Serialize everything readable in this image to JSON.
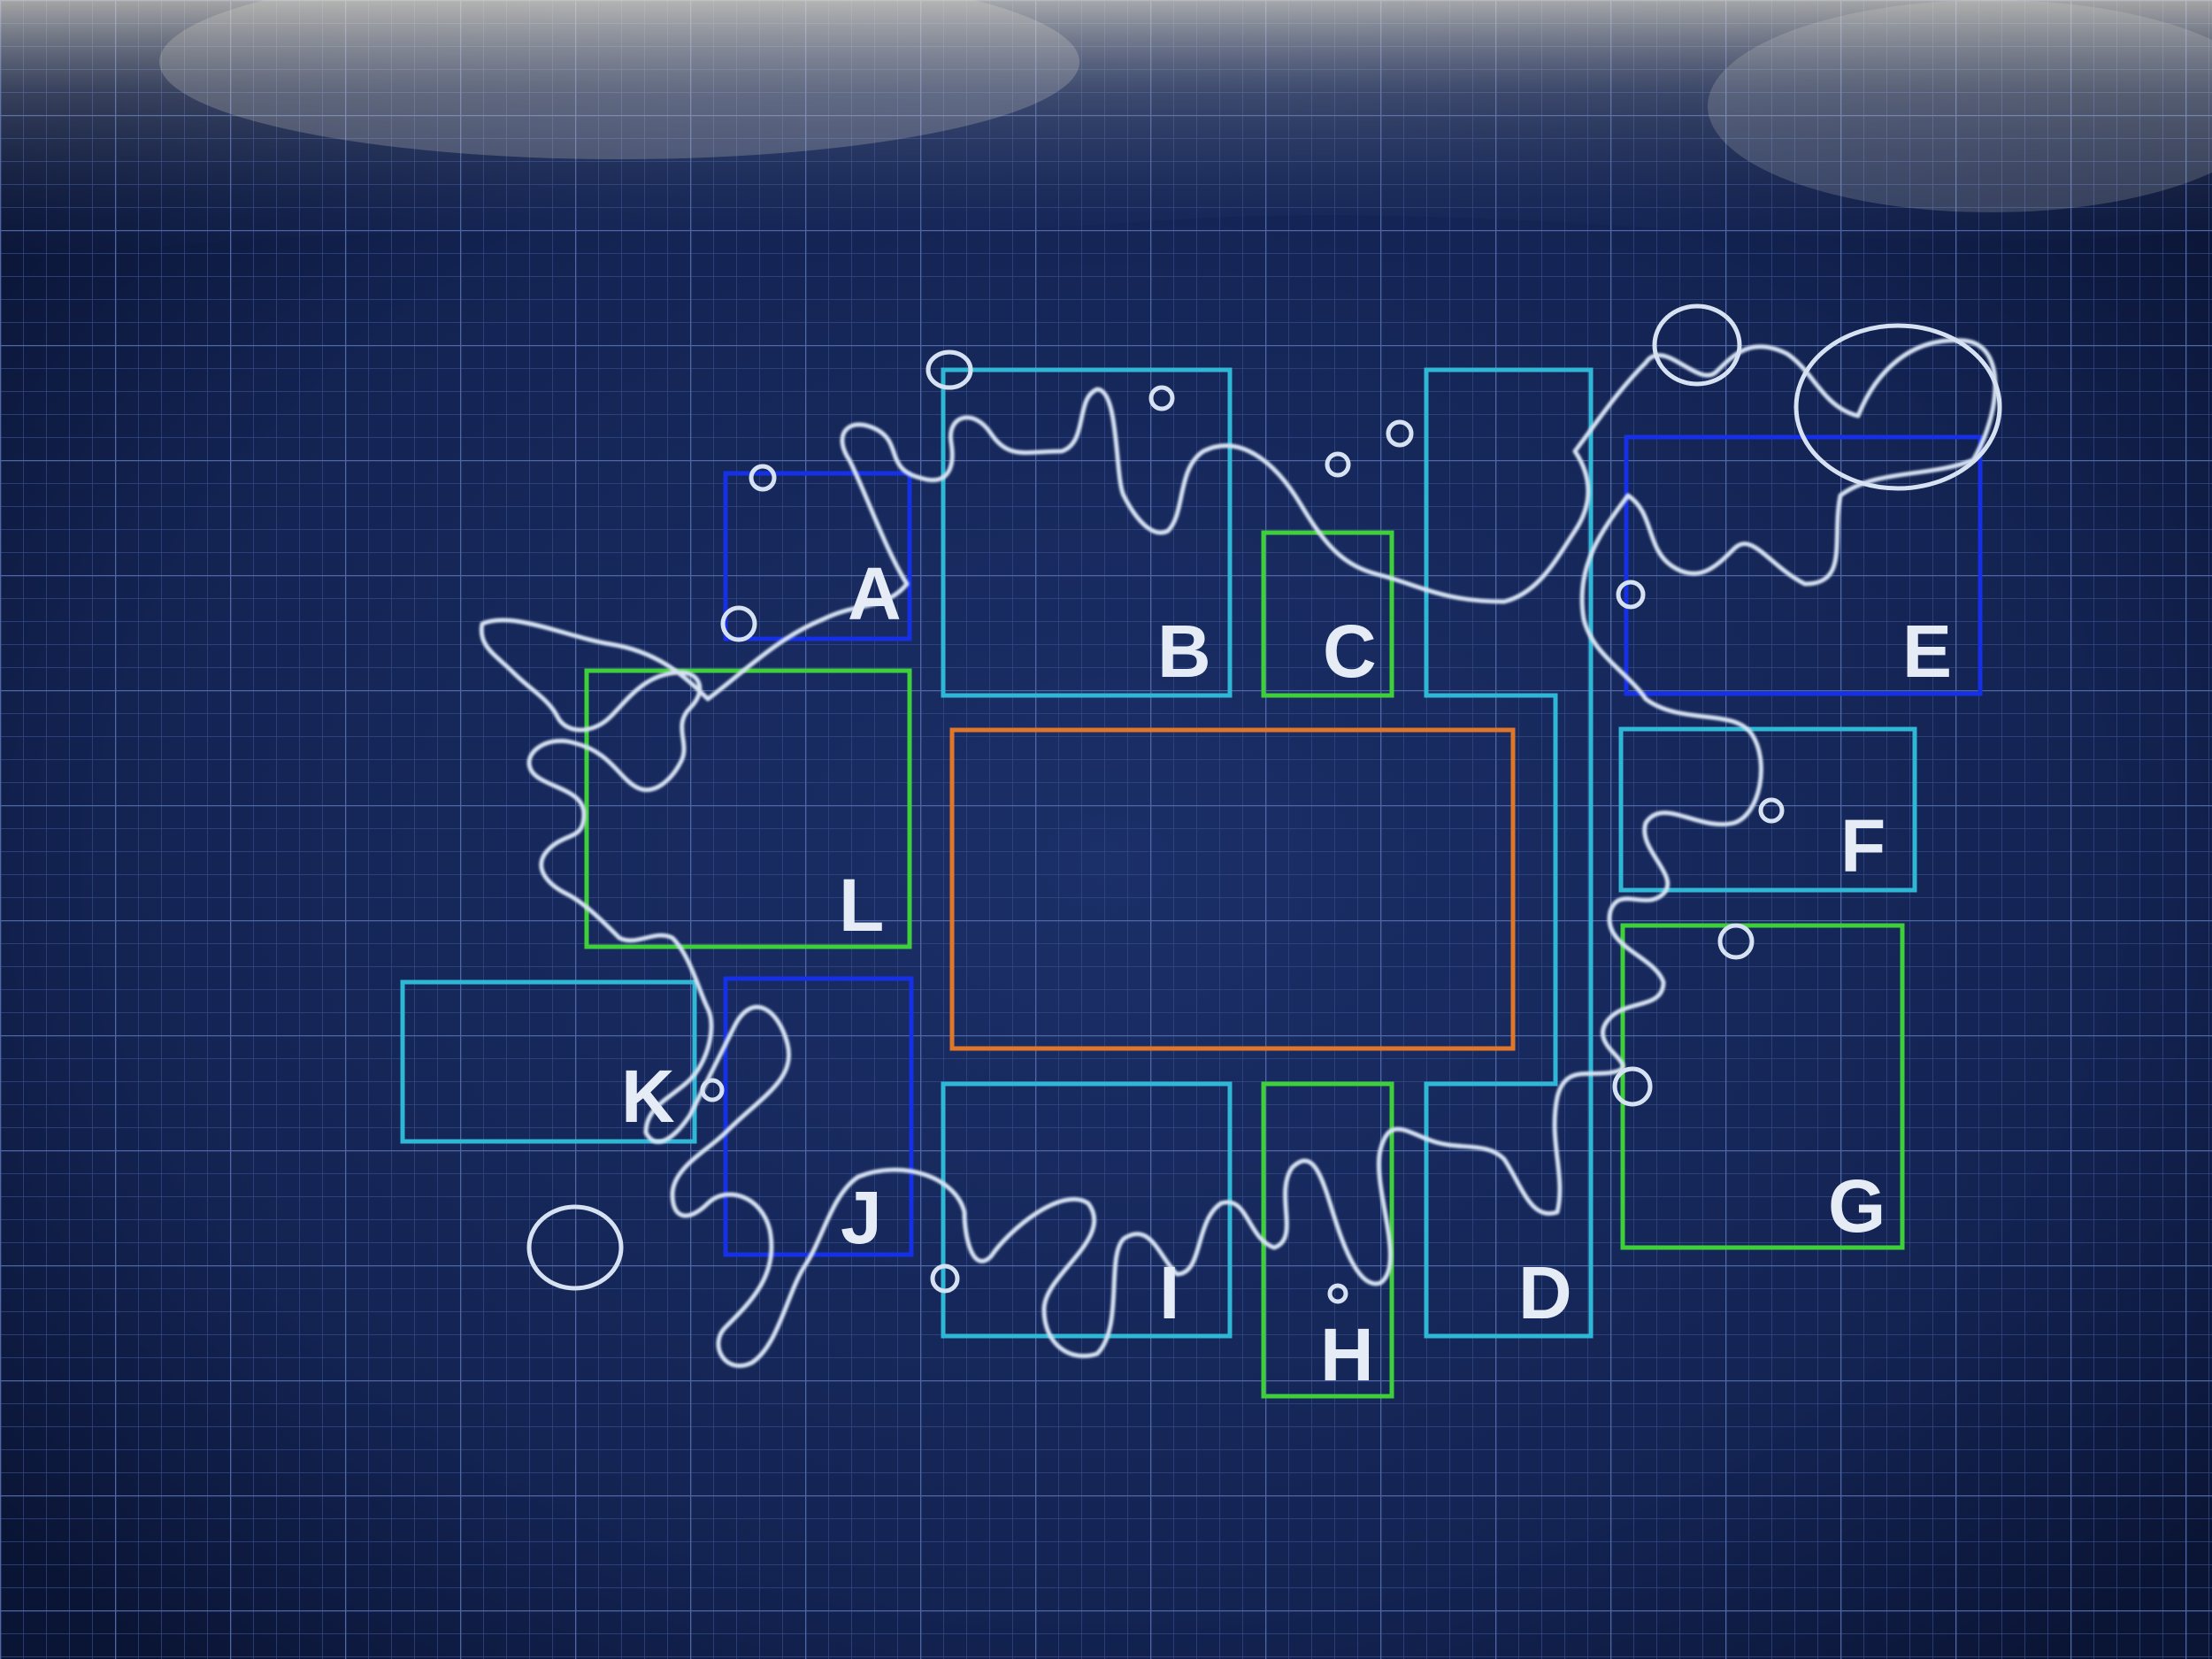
{
  "colors": {
    "screen": "#16275a",
    "grid_minor": "#334a86",
    "grid_major": "#5067a6",
    "trace": "#d6e2f2",
    "outline_cyan": "#2fb7d6",
    "outline_blue": "#1530e6",
    "outline_green": "#3fcf3a",
    "outline_orange": "#e0762a"
  },
  "zones": [
    {
      "id": "A",
      "label": "A",
      "color": "outline_blue"
    },
    {
      "id": "B",
      "label": "B",
      "color": "outline_cyan"
    },
    {
      "id": "C",
      "label": "C",
      "color": "outline_green"
    },
    {
      "id": "D",
      "label": "D",
      "color": "outline_cyan"
    },
    {
      "id": "E",
      "label": "E",
      "color": "outline_blue"
    },
    {
      "id": "F",
      "label": "F",
      "color": "outline_cyan"
    },
    {
      "id": "G",
      "label": "G",
      "color": "outline_green"
    },
    {
      "id": "H",
      "label": "H",
      "color": "outline_green"
    },
    {
      "id": "I",
      "label": "I",
      "color": "outline_cyan"
    },
    {
      "id": "J",
      "label": "J",
      "color": "outline_blue"
    },
    {
      "id": "K",
      "label": "K",
      "color": "outline_cyan"
    },
    {
      "id": "L",
      "label": "L",
      "color": "outline_green"
    }
  ],
  "center_zone": {
    "color": "outline_orange"
  }
}
